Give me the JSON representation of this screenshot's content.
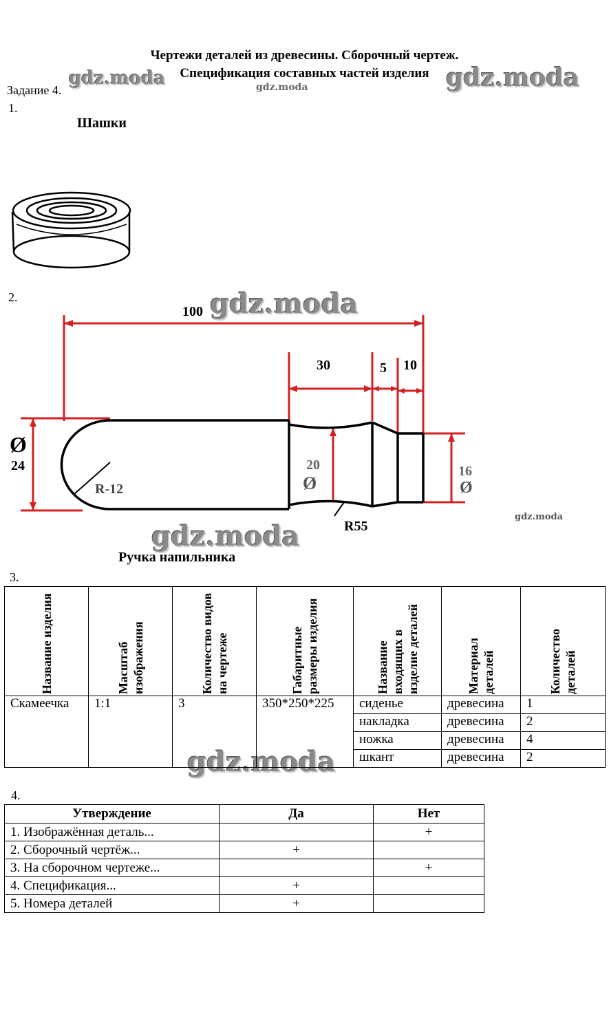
{
  "header": {
    "title_line1": "Чертежи деталей из древесины. Сборочный чертеж.",
    "title_line2": "Спецификация составных частей изделия",
    "task": "Задание 4."
  },
  "watermark": {
    "text": "gdz.moda"
  },
  "item1": {
    "number": "1.",
    "caption": "Шашки"
  },
  "item2": {
    "number": "2.",
    "caption": "Ручка напильника",
    "dimensions": {
      "total_length": "100",
      "len_a": "30",
      "len_b": "5",
      "len_c": "10",
      "dia_symbol": "Ø",
      "dia_main": "24",
      "dia_mid": "20",
      "dia_end": "16",
      "radius_tip": "R-12",
      "radius_neck": "R55"
    },
    "colors": {
      "dimension": "#d42020",
      "outline": "#000000"
    }
  },
  "item3": {
    "number": "3.",
    "headers": [
      "Название изделия",
      "Масштаб изображения",
      "Количество видов на чертеже",
      "Габаритные размеры изделия",
      "Название входящих в изделие деталей",
      "Материал деталей",
      "Количество деталей"
    ],
    "product": "Скамеечка",
    "scale": "1:1",
    "views": "3",
    "size": "350*250*225",
    "parts": [
      {
        "name": "сиденье",
        "material": "древесина",
        "count": "1"
      },
      {
        "name": "накладка",
        "material": "древесина",
        "count": "2"
      },
      {
        "name": "ножка",
        "material": "древесина",
        "count": "4"
      },
      {
        "name": "шкант",
        "material": "древесина",
        "count": "2"
      }
    ]
  },
  "item4": {
    "number": "4.",
    "headers": [
      "Утверждение",
      "Да",
      "Нет"
    ],
    "rows": [
      {
        "text": "1. Изображённая деталь...",
        "yes": "",
        "no": "+"
      },
      {
        "text": "2. Сборочный чертёж...",
        "yes": "+",
        "no": ""
      },
      {
        "text": "3. На сборочном чертеже...",
        "yes": "",
        "no": "+"
      },
      {
        "text": "4. Спецификация...",
        "yes": "+",
        "no": ""
      },
      {
        "text": "5. Номера деталей",
        "yes": "+",
        "no": ""
      }
    ]
  }
}
